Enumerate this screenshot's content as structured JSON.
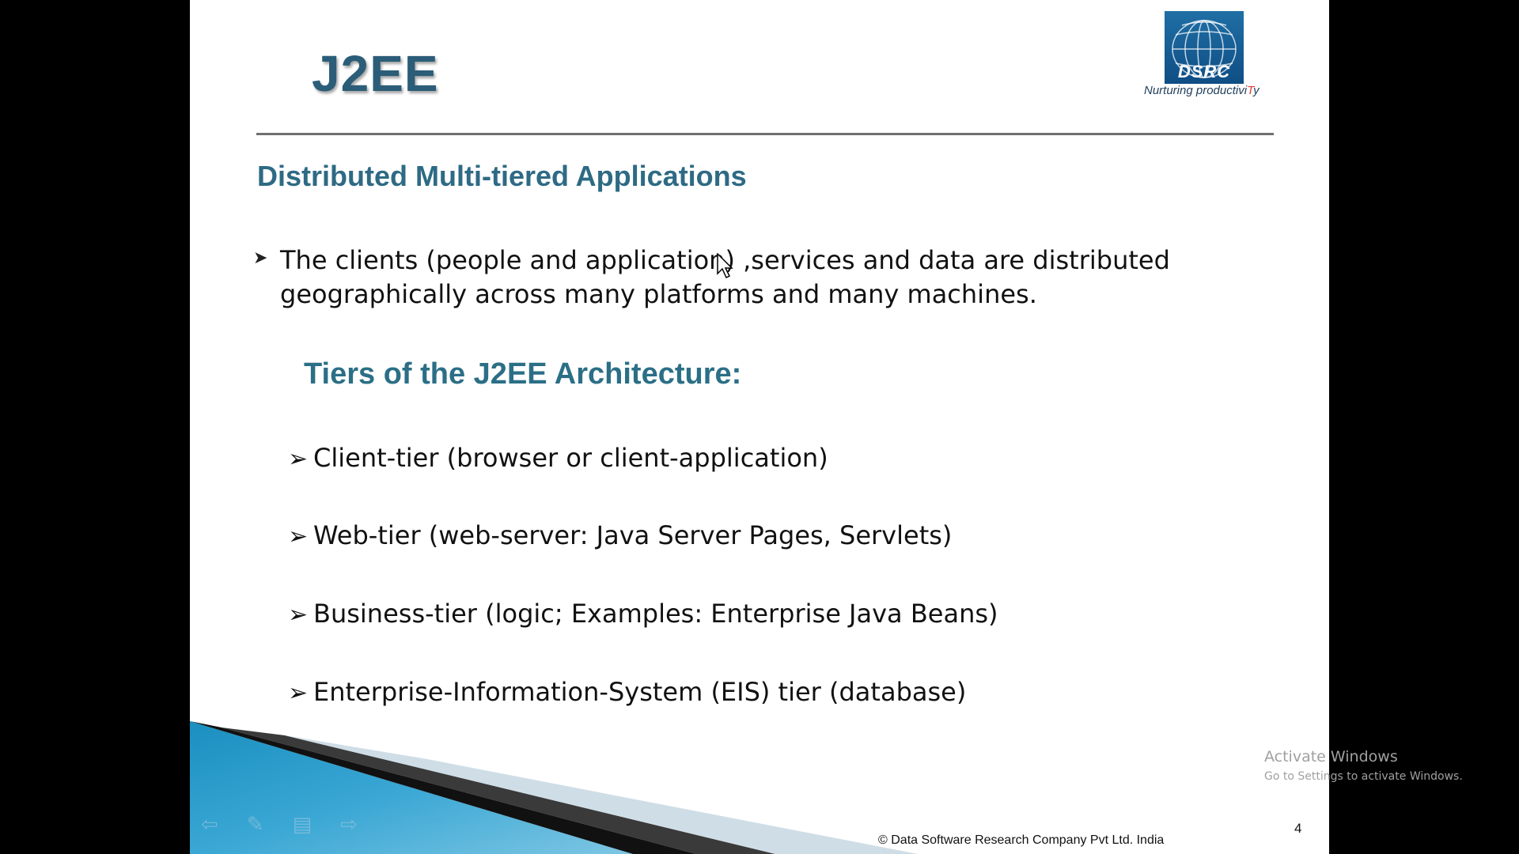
{
  "slide": {
    "title": "J2EE",
    "logo": {
      "text": "DSRC",
      "tagline_prefix": "Nurturing productivi",
      "tagline_accent": "T",
      "tagline_suffix": "y"
    },
    "subtitle": "Distributed Multi-tiered Applications",
    "main_bullet": "The clients (people and application) ,services and data are distributed geographically across many platforms and many machines.",
    "tiers_heading": "Tiers of the J2EE Architecture:",
    "tiers": [
      "Client-tier (browser or client-application)",
      "Web-tier (web-server: Java Server Pages, Servlets)",
      "Business-tier (logic; Examples: Enterprise Java Beans)",
      "Enterprise-Information-System (EIS) tier (database)"
    ],
    "footer": {
      "copyright": "© Data Software Research Company Pvt Ltd. India",
      "page_number": "4"
    },
    "nav_icons": [
      "back-arrow-icon",
      "pen-icon",
      "menu-icon",
      "forward-arrow-icon"
    ]
  },
  "watermark": {
    "line1": "Activate Windows",
    "line2": "Go to Settings to activate Windows."
  },
  "colors": {
    "title": "#2b5d78",
    "subtitle": "#2e6a84",
    "tiers_heading": "#2b6f86",
    "logo_blue": "#1a5f96",
    "logo_accent": "#e03a2f"
  }
}
